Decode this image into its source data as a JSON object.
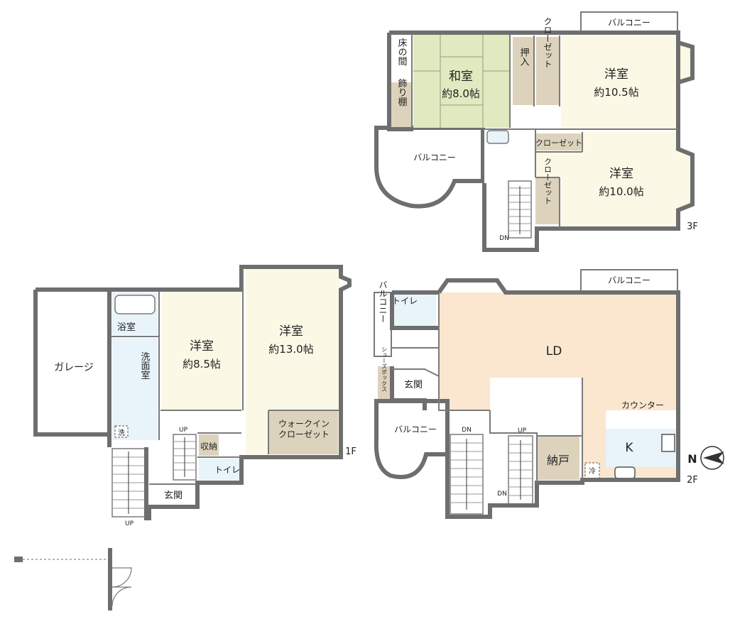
{
  "floors": {
    "f3": {
      "level": "3F",
      "rooms": {
        "washitsu": {
          "name": "和室",
          "size": "約8.0帖"
        },
        "tokonoma": "床の間",
        "kazaridana": "飾り棚",
        "oshiire": "押入",
        "closet_a": "クローゼット",
        "youshitsu_a": {
          "name": "洋室",
          "size": "約10.5帖"
        },
        "youshitsu_b": {
          "name": "洋室",
          "size": "約10.0帖"
        },
        "closet_b": "クローゼット",
        "closet_c": "クローゼット",
        "balcony_top": "バルコニー",
        "balcony_left": "バルコニー"
      },
      "stairs": "DN"
    },
    "f2": {
      "level": "2F",
      "rooms": {
        "ld": "LD",
        "k": "K",
        "counter": "カウンター",
        "nando": "納戸",
        "toilet": "トイレ",
        "genkan": "玄関",
        "shoebox": "シューズボックス",
        "balcony_top": "バルコニー",
        "balcony_left": "バルコニー",
        "balcony_bottom": "バルコニー",
        "fridge": "冷"
      },
      "stairs": {
        "a": "DN",
        "b": "UP",
        "c": "DN"
      }
    },
    "f1": {
      "level": "1F",
      "rooms": {
        "garage": "ガレージ",
        "bath": "浴室",
        "washroom": "洗面室",
        "washer": "洗",
        "youshitsu_a": {
          "name": "洋室",
          "size": "約8.5帖"
        },
        "youshitsu_b": {
          "name": "洋室",
          "size": "約13.0帖"
        },
        "walkin": "ウォークイン\nクローゼット",
        "shuunou": "収納",
        "toilet": "トイレ",
        "genkan": "玄関"
      },
      "stairs": {
        "a": "UP",
        "b": "UP"
      }
    }
  },
  "compass": "N",
  "colors": {
    "wall": "#6e6e6e",
    "tatami": "#dfeac0",
    "youshitsu": "#fbf8e6",
    "ld": "#fbe6cf",
    "storage": "#ddd3bc",
    "wet": "#e8f3fa",
    "white": "#ffffff"
  }
}
